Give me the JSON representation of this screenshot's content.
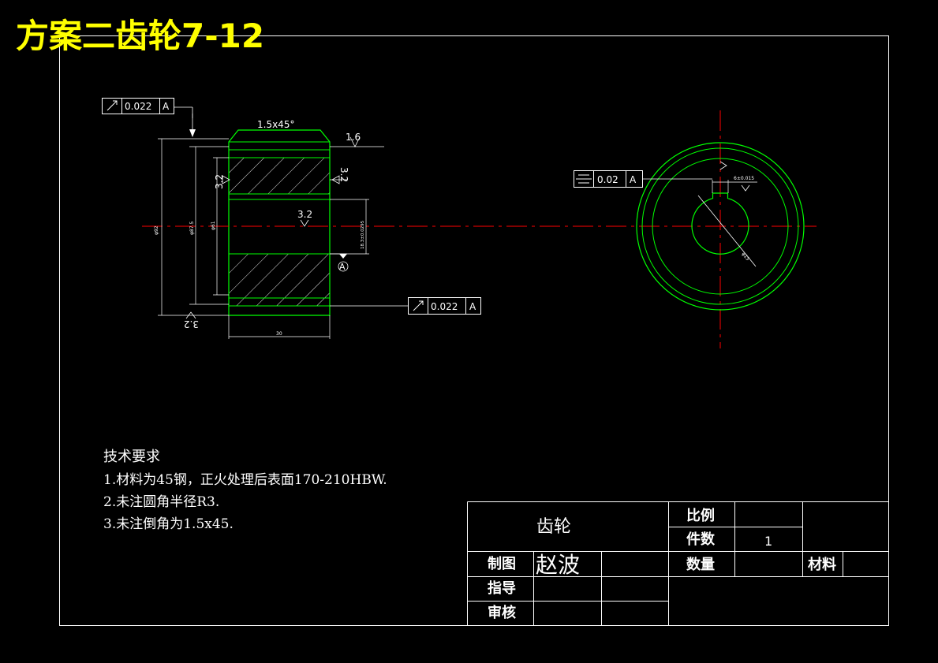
{
  "drawing_title": "方案二齿轮7-12",
  "side_view": {
    "chamfer": "1.5x45°",
    "roughness_outer": "1.6",
    "roughness_left": "3.2",
    "roughness_right": "3.2",
    "roughness_center": "3.2",
    "roughness_bottom": "3.2",
    "datum_marker": "A",
    "runout_top": {
      "tolerance": "0.022",
      "datum": "A"
    },
    "runout_bottom": {
      "tolerance": "0.022",
      "datum": "A"
    },
    "dim_outer_dia": "φ92",
    "dim_root_dia": "φ87.5",
    "dim_hub_dia": "φ61",
    "dim_bore": "18.3±0.0295",
    "dim_width": "30"
  },
  "front_view": {
    "symmetry_tol": {
      "tolerance": "0.02",
      "datum": "A"
    },
    "keyway_dim": "6±0.015",
    "bore_dim": "φ15"
  },
  "tech_requirements": {
    "heading": "技术要求",
    "items": [
      "1.材料为45钢，正火处理后表面170-210HBW.",
      "2.未注圆角半径R3.",
      "3.未注倒角为1.5x45."
    ]
  },
  "title_block": {
    "part_name": "齿轮",
    "scale_label": "比例",
    "scale_value": "",
    "count_label": "件数",
    "count_value": "1",
    "drawn_label": "制图",
    "drawn_by": "赵波",
    "guided_label": "指导",
    "guided_by": "",
    "checked_label": "审核",
    "checked_by": "",
    "quantity_label": "数量",
    "material_label": "材料",
    "material_value": ""
  },
  "colors": {
    "title": "#ffff00",
    "outline": "#00ff00",
    "center_line": "#ff0000",
    "annotation": "#ffffff",
    "background": "#000000"
  }
}
